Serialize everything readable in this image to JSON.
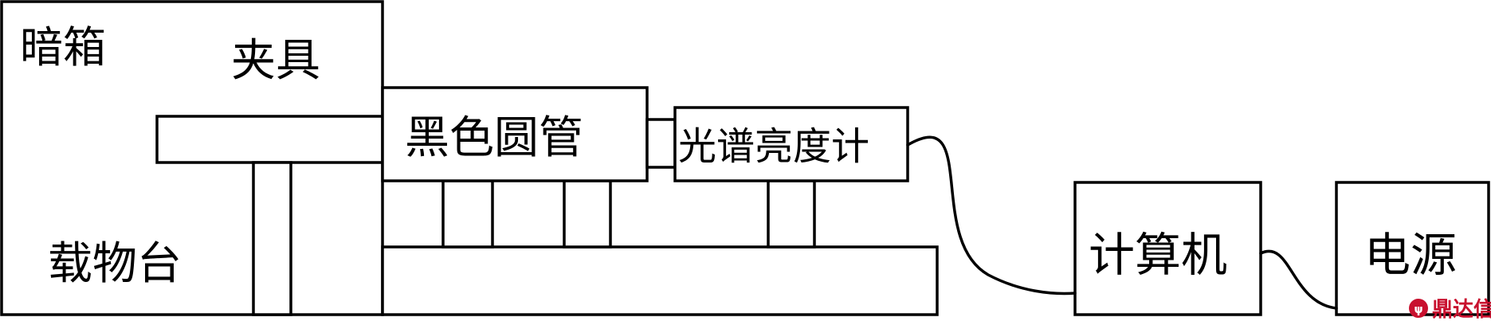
{
  "diagram": {
    "labels": {
      "darkbox": "暗箱",
      "fixture": "夹具",
      "stage": "载物台",
      "black_tube": "黑色圆管",
      "spectrometer": "光谱亮度计",
      "computer": "计算机",
      "power": "电源"
    },
    "watermark": {
      "text": "鼎达信"
    },
    "colors": {
      "line": "#000000",
      "background": "#ffffff",
      "watermark": "#c8102e"
    }
  }
}
